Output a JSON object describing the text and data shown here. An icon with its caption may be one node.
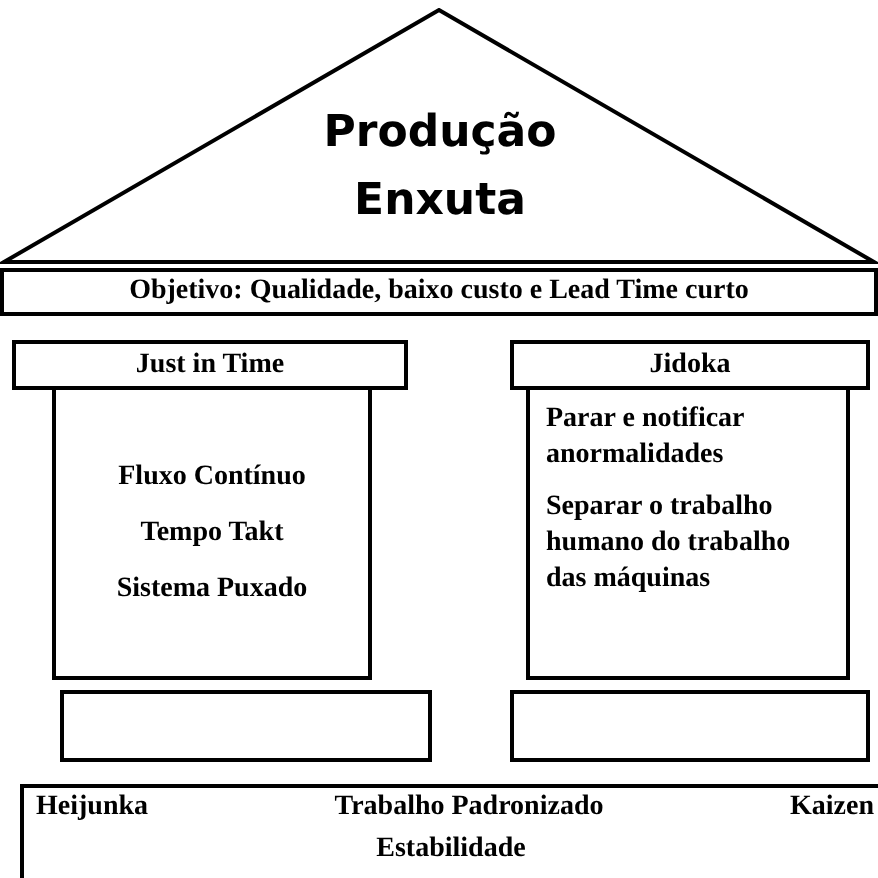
{
  "diagram": {
    "nodes": [
      {
        "text": [
          "Produção Enxuta"
        ]
      },
      {
        "text": [
          "Objetivo: Qualidade, baixo custo e Lead Time curto"
        ]
      },
      {
        "text": [
          "Just in Time"
        ]
      },
      {
        "text": [
          "Jidoka"
        ]
      },
      {
        "text": [
          "Fluxo Contínuo",
          "Tempo Takt",
          "Sistema Puxado"
        ]
      },
      {
        "text": [
          "Parar e notificar anormalidades",
          "Separar o trabalho humano do trabalho das máquinas"
        ]
      },
      {
        "text": [],
        "shape": "box"
      },
      {
        "text": [],
        "shape": "box"
      },
      {
        "text": [
          "Heijunka",
          "Trabalho Padronizado",
          "Kaizen",
          "Estabilidade"
        ]
      }
    ]
  }
}
